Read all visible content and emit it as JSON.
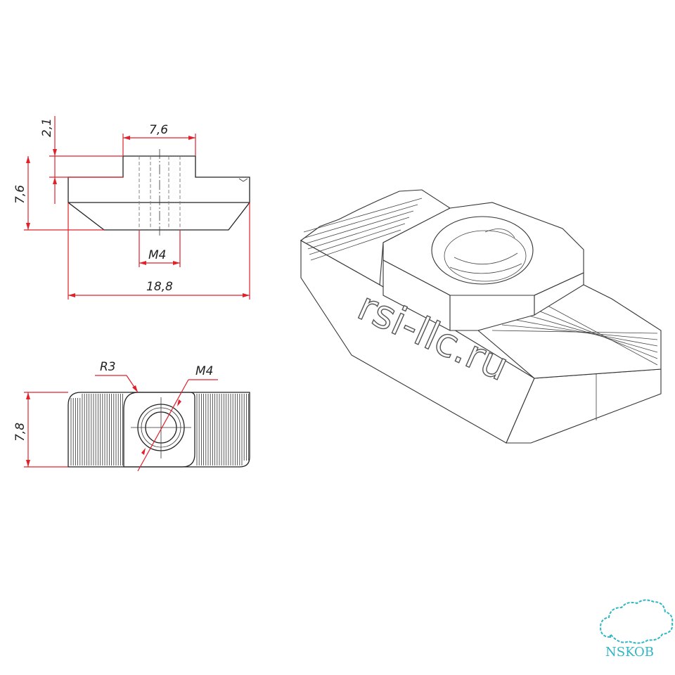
{
  "front_view": {
    "dim_top_width": "7,6",
    "dim_top_height": "2,1",
    "dim_total_height": "7,6",
    "dim_thread": "M4",
    "dim_total_width": "18,8"
  },
  "top_view": {
    "dim_radius": "R3",
    "dim_thread": "M4",
    "dim_height": "7,8"
  },
  "iso_view": {
    "watermark": "rsi-llc.ru"
  },
  "badge": {
    "text": "NSKOB",
    "color": "#2fb7c4"
  },
  "colors": {
    "dimension": "#e0202a",
    "outline": "#222222"
  }
}
